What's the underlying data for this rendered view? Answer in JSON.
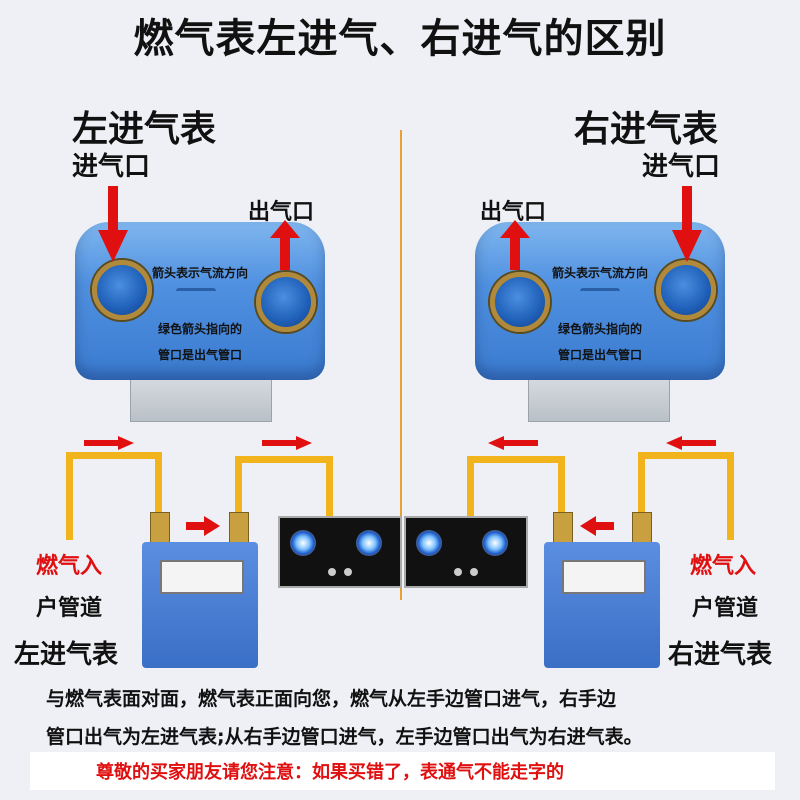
{
  "title": "燃气表左进气、右进气的区别",
  "left": {
    "heading": "左进气表",
    "inlet_label": "进气口",
    "outlet_label": "出气口",
    "note_arrow": "箭头表示气流方向",
    "note_green_1": "绿色箭头指向的",
    "note_green_2": "管口是出气管口",
    "side_1": "燃气入",
    "side_2": "户管道",
    "side_3": "左进气表"
  },
  "right": {
    "heading": "右进气表",
    "inlet_label": "进气口",
    "outlet_label": "出气口",
    "note_arrow": "箭头表示气流方向",
    "note_green_1": "绿色箭头指向的",
    "note_green_2": "管口是出气管口",
    "side_1": "燃气入",
    "side_2": "户管道",
    "side_3": "右进气表"
  },
  "bottom": {
    "line_1": "与燃气表面对面，燃气表正面向您，燃气从左手边管口进气，右手边",
    "line_2": "管口出气为左进气表;从右手边管口进气，左手边管口出气为右进气表。",
    "notice": "尊敬的买家朋友请您注意：如果买错了，表通气不能走字的"
  },
  "colors": {
    "arrow": "#e01010",
    "pipe": "#f2b41c",
    "divider": "#e8a030",
    "meter_blue": "#4f90e0"
  }
}
